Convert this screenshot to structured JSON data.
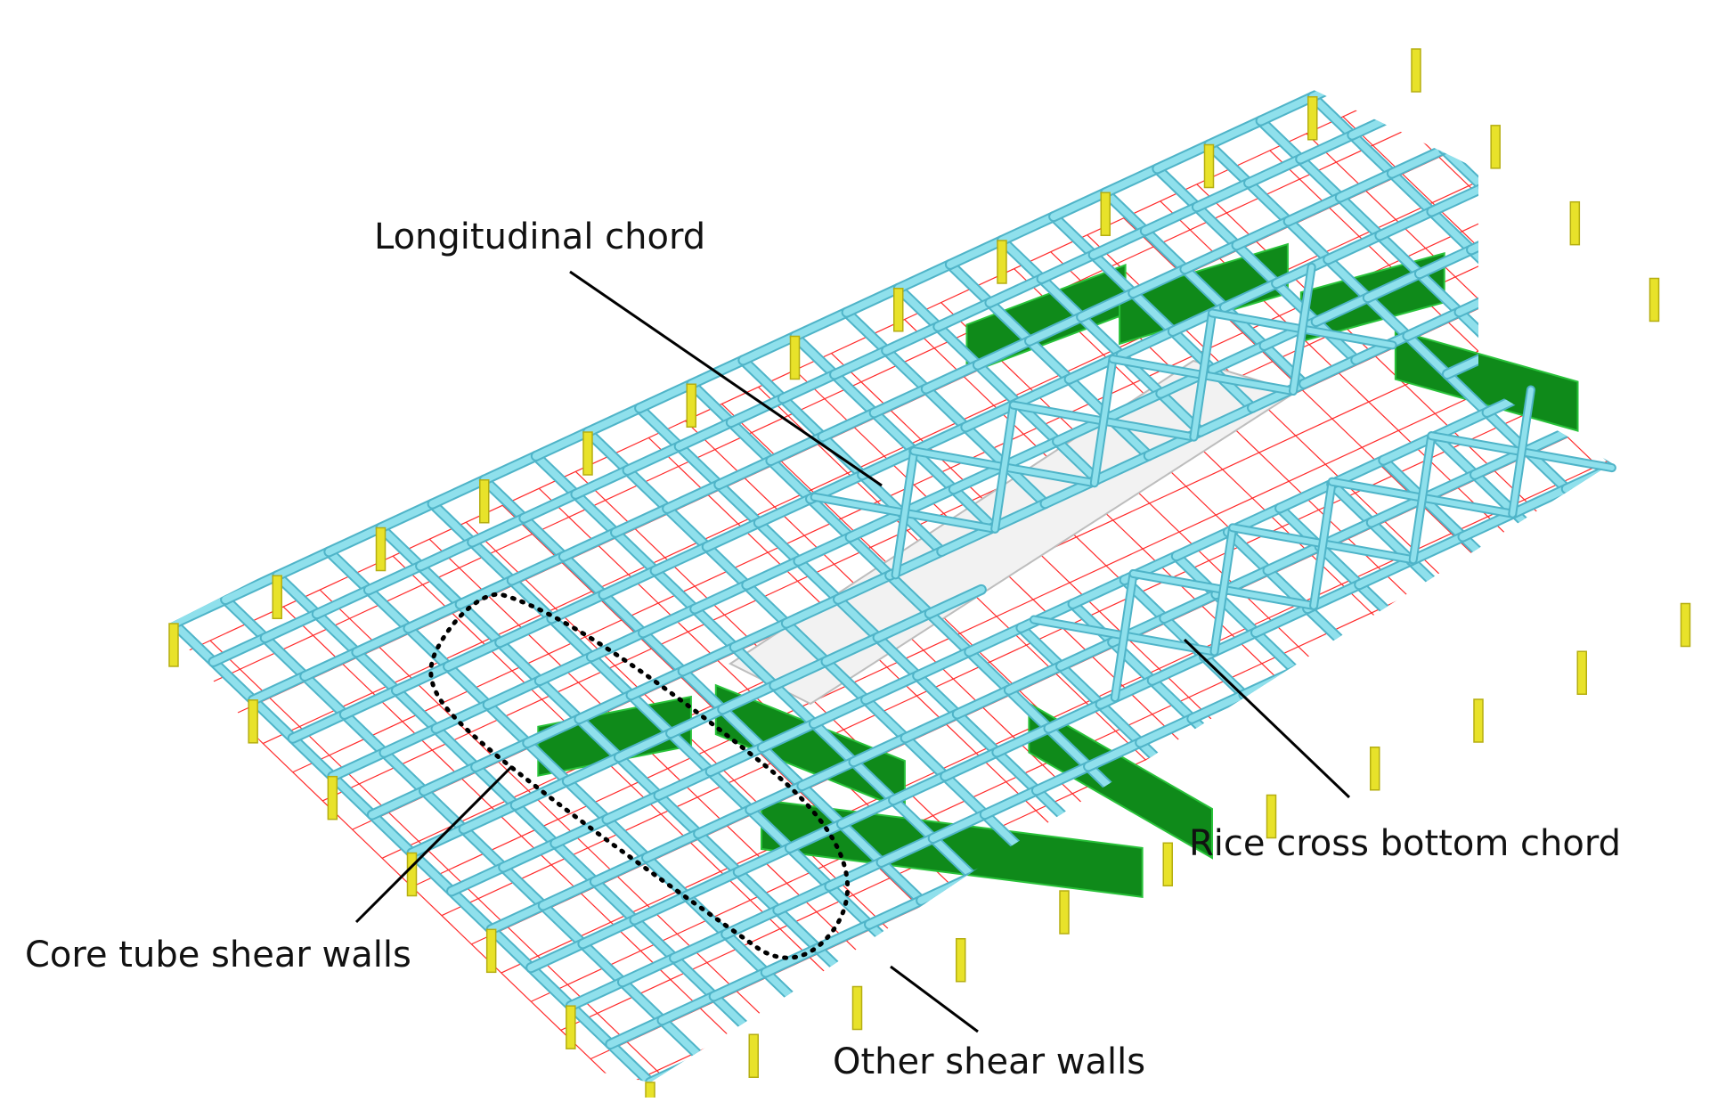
{
  "labels": {
    "longitudinal_chord": "Longitudinal chord",
    "rice_cross_bottom_chord": "Rice cross bottom chord",
    "core_tube_shear_walls": "Core tube shear walls",
    "other_shear_walls": "Other shear walls"
  },
  "colors": {
    "beam": "#8fe0ec",
    "beam_edge": "#4fb4c8",
    "grid_line": "#ff2a2a",
    "column": "#e8e22a",
    "shear_wall": "#0f8a1a",
    "shear_wall_light": "#29c23a",
    "void_fill": "#f2f2f2",
    "leader": "#000000",
    "label_text": "#111111"
  }
}
